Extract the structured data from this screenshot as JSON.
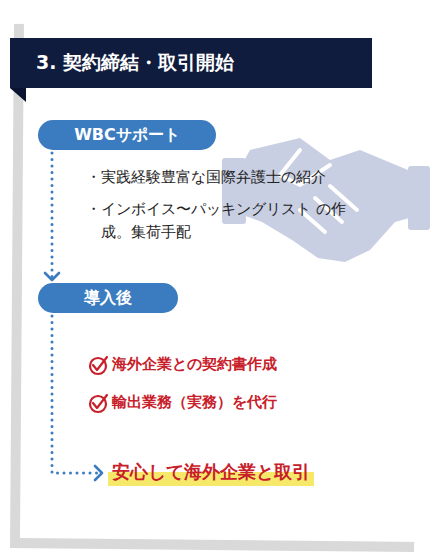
{
  "diagram": {
    "nodes": [
      {
        "text": [
          "3. 契約締結・取引開始"
        ]
      },
      {
        "text": [
          "WBCサポート"
        ]
      },
      {
        "text": [
          "導入後"
        ]
      },
      {
        "text": [
          "安心して海外企業と取引"
        ]
      }
    ],
    "edges": [
      {
        "from": 1,
        "to": 2,
        "arrow": "to"
      },
      {
        "from": 2,
        "to": 3,
        "arrow": "to"
      }
    ],
    "labels": [
      "・実践経験豊富な国際弁護士の紹介",
      "・インボイス〜パッキングリスト の作成。集荷手配",
      "海外企業との契約書作成",
      "輸出業務（実務）を代行"
    ]
  }
}
